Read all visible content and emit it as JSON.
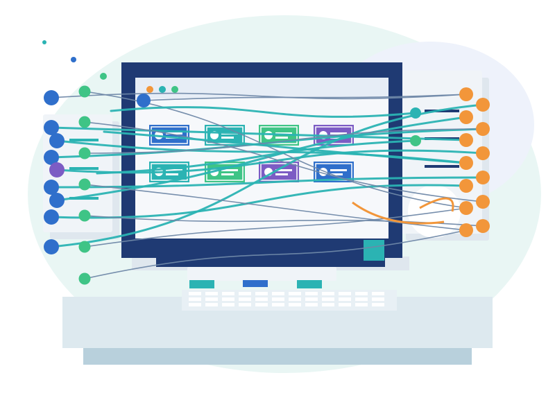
{
  "colors": {
    "background": "#ffffff",
    "halo": "#e9f6f4",
    "halo_accent": "#eef2fb",
    "monitor_frame": "#1f3a73",
    "screen": "#f6f8fb",
    "screen_header": "#e6edf6",
    "desk_top": "#dde9ef",
    "desk_front": "#b8d0dc",
    "panel": "#f0f4f8",
    "panel_shadow": "#dfe7ee",
    "teal": "#2bb3b3",
    "green": "#3fc486",
    "blue": "#2f6fcb",
    "purple": "#7c5cc4",
    "orange": "#f2963a",
    "slate": "#6f88a8",
    "navy_bar": "#1f3a73",
    "keyboard_key": "#ffffff"
  },
  "icons": {
    "dot_orange": "status-dot-orange",
    "dot_teal": "status-dot-teal",
    "dot_green": "status-dot-green",
    "card_avatar": "avatar-circle-icon"
  },
  "screen_cards": [
    {
      "color": "blue"
    },
    {
      "color": "teal"
    },
    {
      "color": "green"
    },
    {
      "color": "purple"
    },
    {
      "color": "teal"
    },
    {
      "color": "green"
    },
    {
      "color": "purple"
    },
    {
      "color": "blue"
    }
  ],
  "left_nodes": [
    {
      "color": "blue"
    },
    {
      "color": "blue"
    },
    {
      "color": "blue"
    },
    {
      "color": "blue"
    },
    {
      "color": "purple"
    },
    {
      "color": "blue"
    },
    {
      "color": "blue"
    },
    {
      "color": "blue"
    },
    {
      "color": "blue"
    }
  ],
  "green_nodes": [
    {
      "color": "green"
    },
    {
      "color": "green"
    },
    {
      "color": "green"
    },
    {
      "color": "green"
    },
    {
      "color": "green"
    },
    {
      "color": "green"
    },
    {
      "color": "green"
    }
  ],
  "right_nodes": [
    {
      "color": "orange"
    },
    {
      "color": "orange"
    },
    {
      "color": "orange"
    },
    {
      "color": "orange"
    },
    {
      "color": "orange"
    },
    {
      "color": "orange"
    },
    {
      "color": "orange"
    },
    {
      "color": "orange"
    },
    {
      "color": "orange"
    },
    {
      "color": "orange"
    },
    {
      "color": "orange"
    },
    {
      "color": "orange"
    },
    {
      "color": "orange"
    },
    {
      "color": "orange"
    }
  ]
}
